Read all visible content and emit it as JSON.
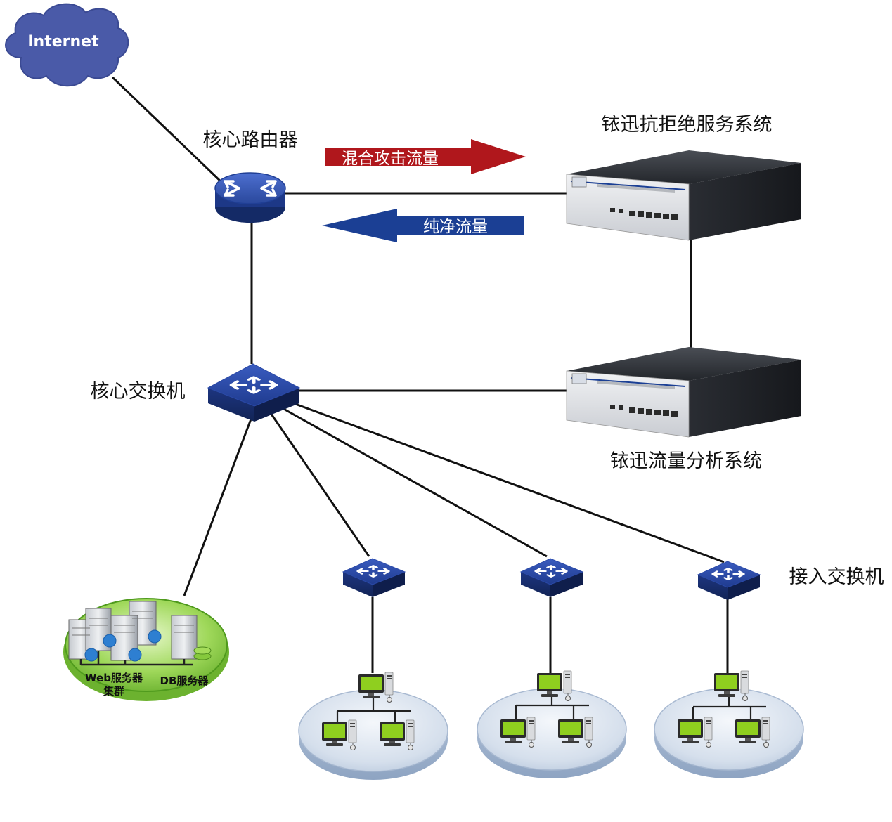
{
  "internet": {
    "label": "Internet"
  },
  "router": {
    "label": "核心路由器"
  },
  "ddos_system": {
    "label": "铱迅抗拒绝服务系统"
  },
  "traffic_system": {
    "label": "铱迅流量分析系统"
  },
  "core_switch": {
    "label": "核心交换机"
  },
  "access_switch": {
    "label": "接入交换机"
  },
  "arrows": {
    "attack": "混合攻击流量",
    "clean": "纯净流量"
  },
  "servers": {
    "web_label_line1": "Web服务器",
    "web_label_line2": "集群",
    "db_label": "DB服务器"
  },
  "colors": {
    "device_blue": "#1e3e8a",
    "attack_red": "#b0171c",
    "clean_blue": "#1b3f94",
    "cloud": "#4a5aa8",
    "server_zone": "#8ed045"
  }
}
